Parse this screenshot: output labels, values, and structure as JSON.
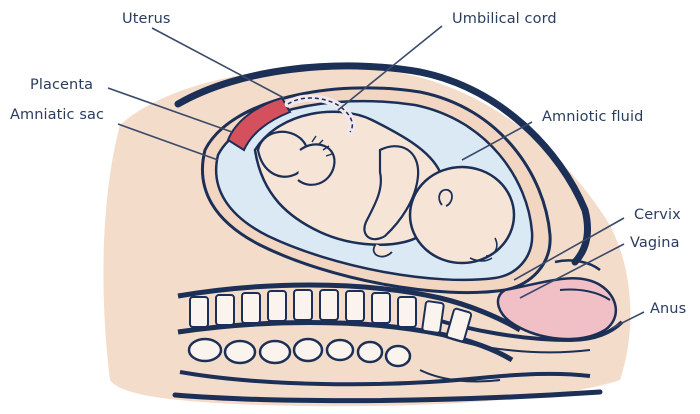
{
  "labels": {
    "uterus": "Uterus",
    "umbilical_cord": "Umbilical cord",
    "placenta": "Placenta",
    "amniotic_sac": "Amniatic sac",
    "amniotic_fluid": "Amniotic fluid",
    "cervix": "Cervix",
    "vagina": "Vagina",
    "anus": "Anus"
  },
  "colors": {
    "outline": "#1b2f57",
    "skin": "#f4dcca",
    "skin_shadow": "#e9c6ae",
    "fluid": "#dbe9f4",
    "placenta": "#d4505d",
    "tissue_pink": "#f1bfc6",
    "label_text": "#2a3d5e",
    "leader_line": "#3a4a6a"
  }
}
